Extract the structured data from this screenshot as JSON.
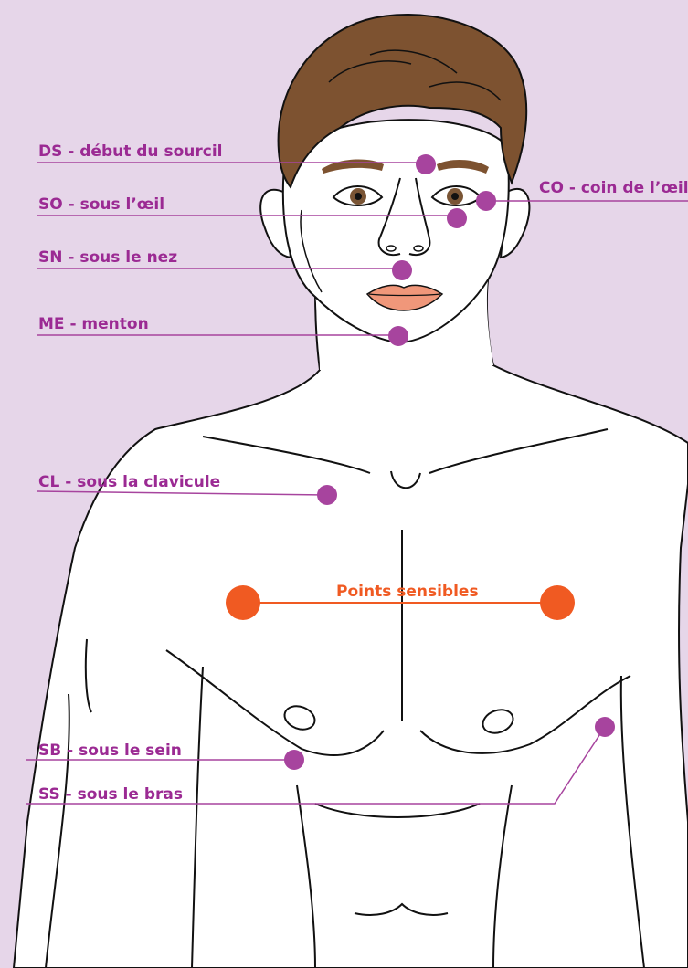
{
  "diagram": {
    "title": "Points sensibles",
    "labels": [
      {
        "id": "ds",
        "text": "DS - début du sourcil"
      },
      {
        "id": "so",
        "text": "SO - sous l’œil"
      },
      {
        "id": "sn",
        "text": "SN - sous le nez"
      },
      {
        "id": "me",
        "text": "ME - menton"
      },
      {
        "id": "co",
        "text": "CO - coin de l’œil"
      },
      {
        "id": "cl",
        "text": "CL - sous la clavicule"
      },
      {
        "id": "sb",
        "text": "SB - sous le sein"
      },
      {
        "id": "ss",
        "text": "SS - sous le bras"
      }
    ]
  },
  "colors": {
    "background": "#e6d6e9",
    "point": "#a7449e",
    "label": "#9b2a93",
    "accent": "#f05a22",
    "hair": "#7d5230",
    "lips": "#f0977a",
    "eyes": "#7a5535"
  }
}
